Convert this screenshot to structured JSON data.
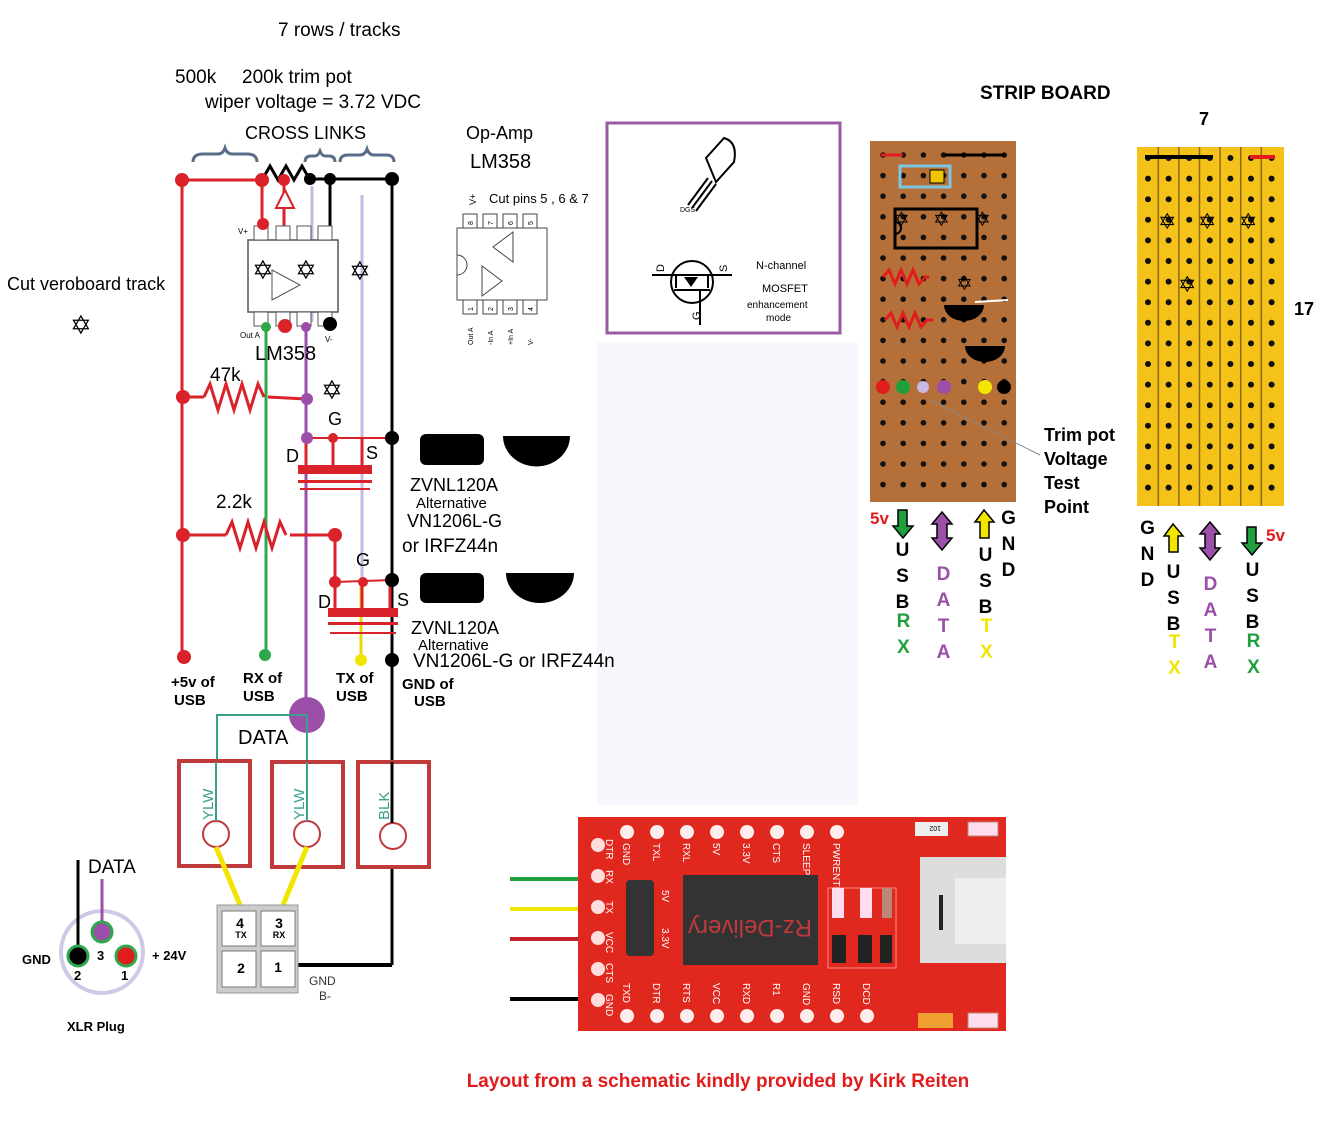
{
  "header": {
    "rows_tracks": "7 rows / tracks",
    "pot_500k": "500k",
    "trim_pot": "200k trim pot",
    "wiper_voltage": "wiper voltage = 3.72 VDC",
    "cross_links": "CROSS LINKS",
    "op_amp": "Op-Amp",
    "op_amp_part": "LM358"
  },
  "schematic": {
    "cut_track_label": "Cut veroboard track",
    "chip_label": "LM358",
    "chip_pin_vplus": "V+",
    "chip_pin_outa": "Out A",
    "chip_pin_vminus": "V-",
    "r1": "47k",
    "r2": "2.2k",
    "mosfet1": {
      "g": "G",
      "d": "D",
      "s": "S",
      "part": "ZVNL120A",
      "alt": "Alternative",
      "alt_part": "VN1206L-G",
      "alt2": "or IRFZ44n"
    },
    "mosfet2": {
      "g": "G",
      "d": "D",
      "s": "S",
      "part": "ZVNL120A",
      "alt": "Alternative",
      "alt_part": "VN1206L-G  or IRFZ44n"
    },
    "usb_5v": [
      "+5v of",
      "USB"
    ],
    "usb_rx": [
      "RX of",
      "USB"
    ],
    "usb_tx": [
      "TX of",
      "USB"
    ],
    "usb_gnd": [
      "GND of",
      "USB"
    ],
    "data_label": "DATA",
    "wire_colors": [
      "YLW",
      "YLW",
      "BLK"
    ],
    "molex": {
      "p4": "4",
      "p4s": "TX",
      "p3": "3",
      "p3s": "RX",
      "p2": "2",
      "p1": "1",
      "gnd": "GND",
      "bminus": "B-"
    },
    "xlr": {
      "data": "DATA",
      "gnd": "GND",
      "p24": "+ 24V",
      "pin1": "1",
      "pin2": "2",
      "pin3": "3",
      "title": "XLR Plug"
    }
  },
  "pinout": {
    "cut_pins": "Cut pins 5 , 6 & 7",
    "top_pin_vplus": "V+",
    "top_pins": [
      "8",
      "7",
      "6",
      "5"
    ],
    "bottom_pins": [
      "1",
      "2",
      "3",
      "4"
    ],
    "bottom_labels": [
      "Out A",
      "-In A",
      "+In A",
      "V-"
    ]
  },
  "mosfet_box": {
    "pins_small": "DGS",
    "d": "D",
    "s": "S",
    "g": "G",
    "line1": "N-channel",
    "line2": "MOSFET",
    "line3": "enhancement",
    "line4": "mode",
    "border_color": "#9b59a6"
  },
  "stripboard": {
    "title": "STRIP BOARD",
    "cols": "7",
    "rows": "17",
    "trim_note": [
      "Trim pot",
      "Voltage",
      "Test",
      "Point"
    ],
    "brown_labels": {
      "v5": "5v",
      "rx_top": "USB",
      "rx_bot": "RX",
      "data": "DATA",
      "tx_top": "USB",
      "tx_bot": "TX",
      "gnd": "GND"
    },
    "yellow_labels": {
      "gnd": "GND",
      "tx_top": "USB",
      "tx_bot": "TX",
      "data": "DATA",
      "rx_top": "USB",
      "rx_bot": "RX",
      "v5": "5v"
    },
    "colors": {
      "brown": "#b5703a",
      "yellow": "#f5c21a",
      "rx": "#1fa03c",
      "tx": "#f2e600",
      "data": "#9b4fa8",
      "v5": "#e21c1c"
    }
  },
  "ftdi": {
    "top_pins": [
      "GND",
      "TXL",
      "RXL",
      "5V",
      "3.3V",
      "CTS",
      "SLEEP",
      "PWRENTEN"
    ],
    "left_pins": [
      "DTR",
      "RX",
      "TX",
      "VCC",
      "CTS",
      "GND"
    ],
    "bottom_pins": [
      "TXD",
      "DTR",
      "RTS",
      "VCC",
      "RXD",
      "R1",
      "GND",
      "RSD",
      "DCD"
    ],
    "jumper": [
      "5V",
      "3.3V"
    ],
    "chip_text": "Rz-Delivery",
    "resistor_code": "102",
    "color": "#e0281e"
  },
  "footer": {
    "credit": "Layout from a schematic kindly provided by Kirk Reiten"
  }
}
